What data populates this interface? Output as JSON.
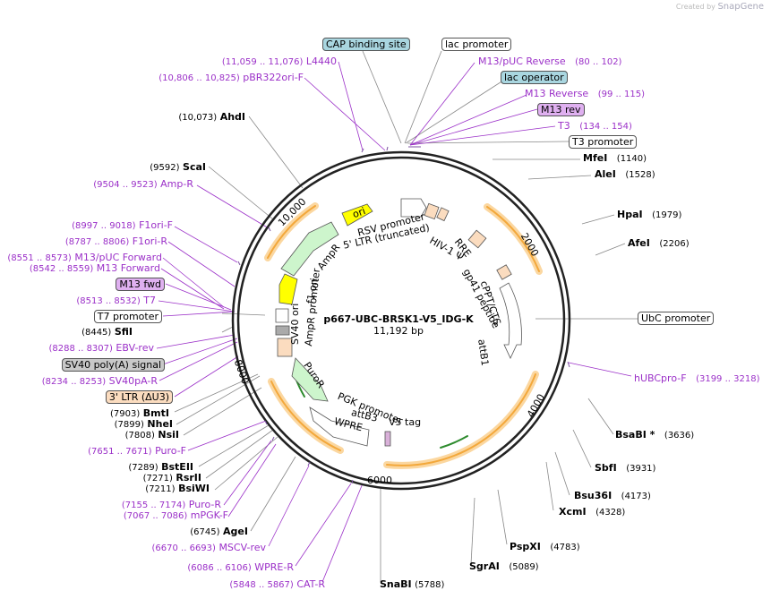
{
  "branding": {
    "created_by": "Created by",
    "product": "SnapGene"
  },
  "plasmid": {
    "name": "p667-UBC-BRSK1-V5_IDG-K",
    "size": "11,192 bp"
  },
  "ticks": [
    "2000",
    "4000",
    "6000",
    "8000",
    "10,000"
  ],
  "colors": {
    "enzyme": "#000000",
    "primer": "#9b30c8",
    "backbone_orange": "#f3a83b",
    "feature_green": "#cdf5cc",
    "feature_yellow": "#ffff00",
    "feature_peach": "#fbdcbf"
  },
  "left_labels": [
    {
      "num": "(11,059 .. 11,076)",
      "name": "L4440",
      "kind": "primer"
    },
    {
      "num": "(10,806 .. 10,825)",
      "name": "pBR322ori-F",
      "kind": "primer"
    },
    {
      "num": "(10,073)",
      "name": "AhdI",
      "kind": "enzyme"
    },
    {
      "num": "(9592)",
      "name": "ScaI",
      "kind": "enzyme"
    },
    {
      "num": "(9504 .. 9523)",
      "name": "Amp-R",
      "kind": "primer"
    },
    {
      "num": "(8997 .. 9018)",
      "name": "F1ori-F",
      "kind": "primer"
    },
    {
      "num": "(8787 .. 8806)",
      "name": "F1ori-R",
      "kind": "primer"
    },
    {
      "num": "(8551 .. 8573)",
      "name": "M13/pUC Forward",
      "kind": "primer"
    },
    {
      "num": "(8542 .. 8559)",
      "name": "M13 Forward",
      "kind": "primer"
    },
    {
      "num": "",
      "name": "M13 fwd",
      "kind": "boxpur"
    },
    {
      "num": "(8513 .. 8532)",
      "name": "T7",
      "kind": "primer"
    },
    {
      "num": "",
      "name": "T7 promoter",
      "kind": "boxwhite"
    },
    {
      "num": "(8445)",
      "name": "SfiI",
      "kind": "enzyme"
    },
    {
      "num": "(8288 .. 8307)",
      "name": "EBV-rev",
      "kind": "primer"
    },
    {
      "num": "",
      "name": "SV40 poly(A) signal",
      "kind": "boxgrey"
    },
    {
      "num": "(8234 .. 8253)",
      "name": "SV40pA-R",
      "kind": "primer"
    },
    {
      "num": "",
      "name": "3' LTR (ΔU3)",
      "kind": "boxpeach"
    },
    {
      "num": "(7903)",
      "name": "BmtI",
      "kind": "enzyme"
    },
    {
      "num": "(7899)",
      "name": "NheI",
      "kind": "enzyme"
    },
    {
      "num": "(7808)",
      "name": "NsiI",
      "kind": "enzyme"
    },
    {
      "num": "(7651 .. 7671)",
      "name": "Puro-F",
      "kind": "primer"
    },
    {
      "num": "(7289)",
      "name": "BstEII",
      "kind": "enzyme"
    },
    {
      "num": "(7271)",
      "name": "RsrII",
      "kind": "enzyme"
    },
    {
      "num": "(7211)",
      "name": "BsiWI",
      "kind": "enzyme"
    },
    {
      "num": "(7155 .. 7174)",
      "name": "Puro-R",
      "kind": "primer"
    },
    {
      "num": "(7067 .. 7086)",
      "name": "mPGK-F",
      "kind": "primer"
    },
    {
      "num": "(6745)",
      "name": "AgeI",
      "kind": "enzyme"
    },
    {
      "num": "(6670 .. 6693)",
      "name": "MSCV-rev",
      "kind": "primer"
    },
    {
      "num": "(6086 .. 6106)",
      "name": "WPRE-R",
      "kind": "primer"
    },
    {
      "num": "(5848 .. 5867)",
      "name": "CAT-R",
      "kind": "primer"
    },
    {
      "num": "(5788)",
      "name": "SnaBI",
      "kind": "enzyme"
    }
  ],
  "right_labels": [
    {
      "name": "CAP binding site",
      "num": "",
      "kind": "boxcyan"
    },
    {
      "name": "lac promoter",
      "num": "",
      "kind": "boxwhite"
    },
    {
      "name": "M13/pUC Reverse",
      "num": "(80 .. 102)",
      "kind": "primer"
    },
    {
      "name": "lac operator",
      "num": "",
      "kind": "boxcyan"
    },
    {
      "name": "M13 Reverse",
      "num": "(99 .. 115)",
      "kind": "primer"
    },
    {
      "name": "M13 rev",
      "num": "",
      "kind": "boxpur"
    },
    {
      "name": "T3",
      "num": "(134 .. 154)",
      "kind": "primer"
    },
    {
      "name": "T3 promoter",
      "num": "",
      "kind": "boxwhite"
    },
    {
      "name": "MfeI",
      "num": "(1140)",
      "kind": "enzyme"
    },
    {
      "name": "AleI",
      "num": "(1528)",
      "kind": "enzyme"
    },
    {
      "name": "HpaI",
      "num": "(1979)",
      "kind": "enzyme"
    },
    {
      "name": "AfeI",
      "num": "(2206)",
      "kind": "enzyme"
    },
    {
      "name": "UbC promoter",
      "num": "",
      "kind": "boxwhite"
    },
    {
      "name": "hUBCpro-F",
      "num": "(3199 .. 3218)",
      "kind": "primer"
    },
    {
      "name": "BsaBI *",
      "num": "(3636)",
      "kind": "enzyme"
    },
    {
      "name": "SbfI",
      "num": "(3931)",
      "kind": "enzyme"
    },
    {
      "name": "Bsu36I",
      "num": "(4173)",
      "kind": "enzyme"
    },
    {
      "name": "XcmI",
      "num": "(4328)",
      "kind": "enzyme"
    },
    {
      "name": "PspXI",
      "num": "(4783)",
      "kind": "enzyme"
    },
    {
      "name": "SgrAI",
      "num": "(5089)",
      "kind": "enzyme"
    }
  ],
  "inner_features": [
    "ori",
    "RSV promoter",
    "5' LTR (truncated)",
    "HIV-1 Ψ",
    "RRE",
    "gp41 peptide",
    "cPPT/CTS",
    "attB1",
    "AmpR",
    "f1 ori",
    "AmpR promoter",
    "SV40 ori",
    "PuroR",
    "PGK promoter",
    "attB3",
    "V5 tag",
    "WPRE"
  ]
}
